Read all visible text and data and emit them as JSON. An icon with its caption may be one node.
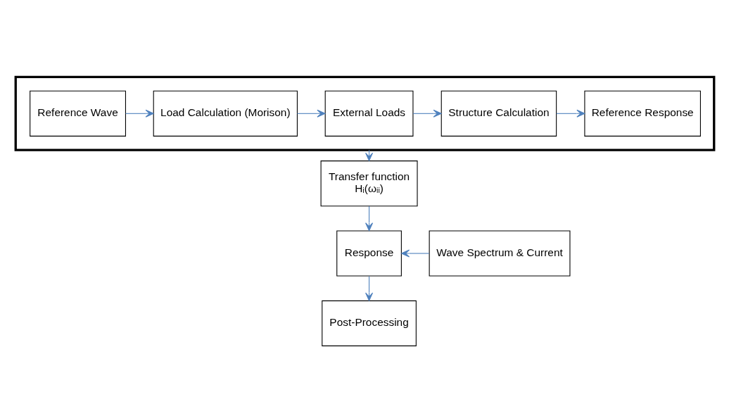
{
  "diagram": {
    "nodes": [
      {
        "text": [],
        "shape": "box"
      },
      {
        "text": [
          "Reference Wave"
        ],
        "in": 0
      },
      {
        "text": [
          "Load Calculation (Morison)"
        ],
        "in": 0
      },
      {
        "text": [
          "External Loads"
        ],
        "in": 0
      },
      {
        "text": [
          "Structure Calculation"
        ],
        "in": 0
      },
      {
        "text": [
          "Reference Response"
        ],
        "in": 0
      },
      {
        "text": [
          "Transfer function",
          "Hᵢ(ωᵢᵢ)"
        ]
      },
      {
        "text": [
          "Response"
        ]
      },
      {
        "text": [
          "Wave Spectrum & Current"
        ]
      },
      {
        "text": [
          "Post-Processing"
        ]
      }
    ],
    "edges": [
      {
        "from": 1,
        "to": 2,
        "arrow": "to"
      },
      {
        "from": 2,
        "to": 3,
        "arrow": "to"
      },
      {
        "from": 3,
        "to": 4,
        "arrow": "to"
      },
      {
        "from": 4,
        "to": 5,
        "arrow": "to"
      },
      {
        "from": 0,
        "to": 6,
        "arrow": "to"
      },
      {
        "from": 6,
        "to": 7,
        "arrow": "to"
      },
      {
        "from": 8,
        "to": 7,
        "arrow": "to"
      },
      {
        "from": 7,
        "to": 9,
        "arrow": "to"
      }
    ]
  }
}
